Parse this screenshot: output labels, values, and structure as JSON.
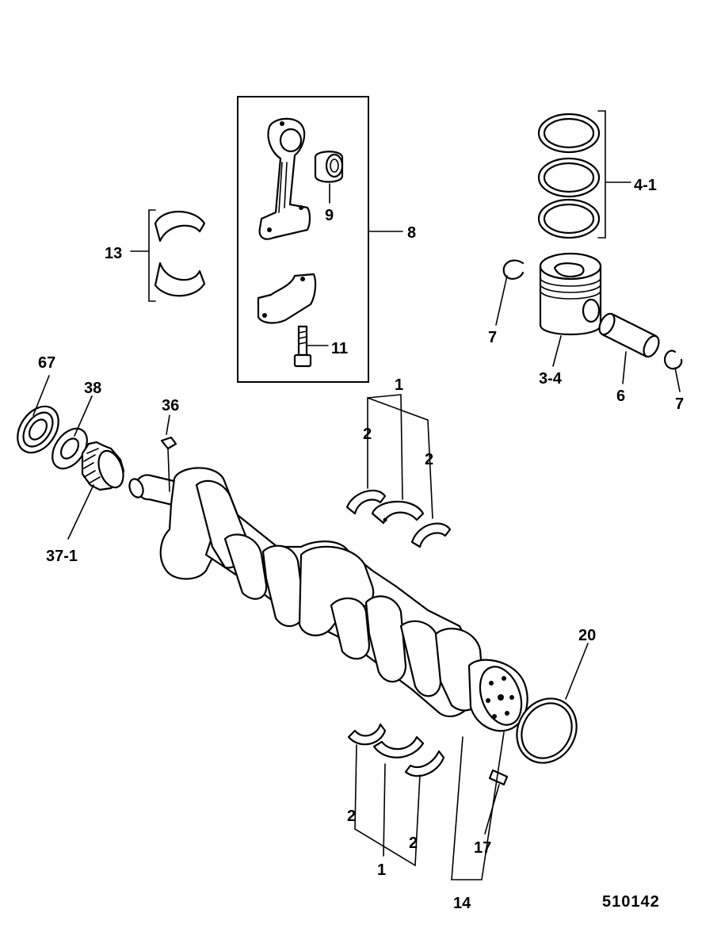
{
  "figure_number": "510142",
  "callouts": {
    "c13": "13",
    "c9": "9",
    "c8": "8",
    "c11": "11",
    "c4_1": "4-1",
    "c7_left": "7",
    "c3_4": "3-4",
    "c6": "6",
    "c7_right": "7",
    "c67": "67",
    "c38": "38",
    "c36": "36",
    "c37_1": "37-1",
    "c1_top": "1",
    "c2_top_left": "2",
    "c2_top_right": "2",
    "c20": "20",
    "c2_bot_left": "2",
    "c2_bot_right": "2",
    "c1_bot": "1",
    "c17": "17",
    "c14": "14"
  },
  "colors": {
    "line": "#000000",
    "background": "#ffffff"
  }
}
